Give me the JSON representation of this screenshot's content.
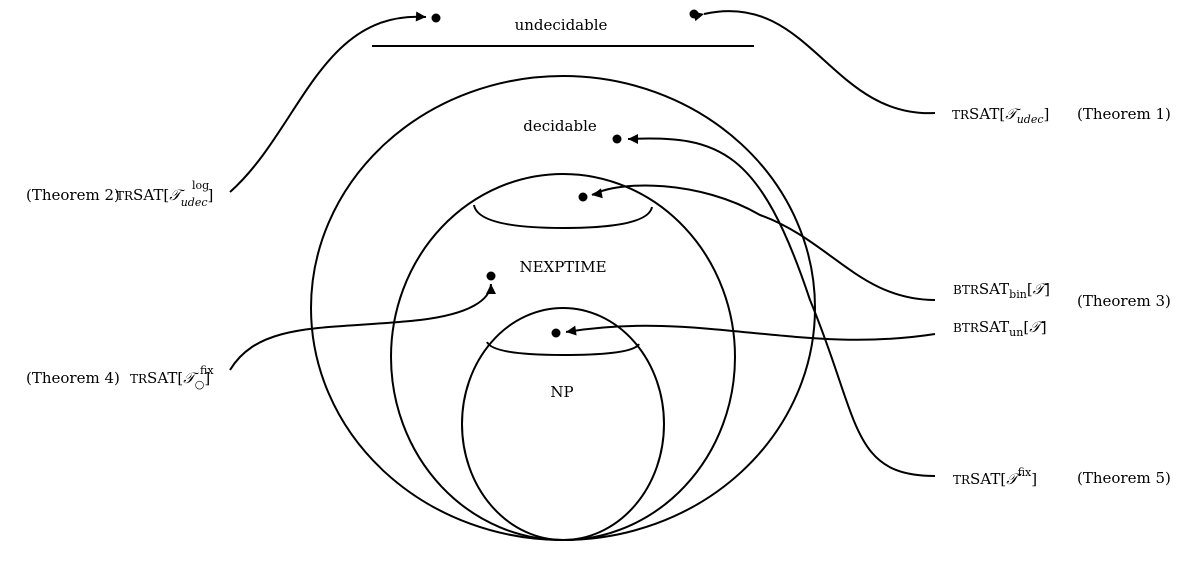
{
  "classes": {
    "undecidable": "undecidable",
    "decidable": "decidable",
    "nexptime": "NEXPTIME",
    "np": "NP"
  },
  "labels": {
    "thm1": {
      "problem_prefix": "TR",
      "problem_sat": "SAT",
      "class_symbol": "𝒯",
      "class_sub": "udec",
      "theorem": "(Theorem 1)"
    },
    "thm2": {
      "theorem": "(Theorem 2)",
      "problem_prefix": "TR",
      "problem_sat": "SAT",
      "class_symbol": "𝒯",
      "class_sub": "udec",
      "class_sup": "log"
    },
    "thm3": {
      "bin": {
        "problem_prefix": "BTR",
        "problem_sat": "SAT",
        "sub": "bin",
        "class_symbol": "𝒯"
      },
      "un": {
        "problem_prefix": "BTR",
        "problem_sat": "SAT",
        "sub": "un",
        "class_symbol": "𝒯"
      },
      "theorem": "(Theorem 3)"
    },
    "thm4": {
      "theorem": "(Theorem 4)",
      "problem_prefix": "TR",
      "problem_sat": "SAT",
      "class_symbol": "𝒯",
      "class_sub": "○",
      "class_sup": "fix"
    },
    "thm5": {
      "problem_prefix": "TR",
      "problem_sat": "SAT",
      "class_symbol": "𝒯",
      "class_sup": "fix",
      "theorem": "(Theorem 5)"
    }
  }
}
